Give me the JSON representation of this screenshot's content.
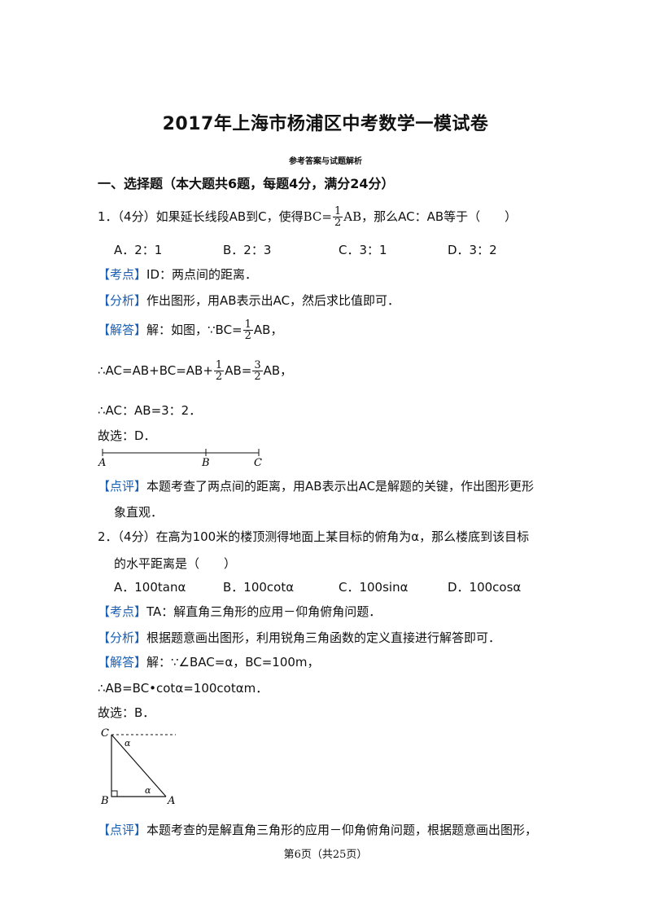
{
  "title": "2017年上海市杨浦区中考数学一模试卷",
  "subtitle": "参考答案与试题解析",
  "section_heading": "一、选择题（本大题共6题，每题4分，满分24分）",
  "q1": {
    "stem_a": "1．（4分）如果延长线段AB到C，使得",
    "stem_bc": "BC=",
    "frac_num": "1",
    "frac_den": "2",
    "stem_ab": "AB",
    "stem_b": "，那么AC：AB等于（　　）",
    "options": [
      "A．2：1",
      "B．2：3",
      "C．3：1",
      "D．3：2"
    ],
    "kaodian_tag": "【考点】",
    "kaodian": "ID：两点间的距离．",
    "fenxi_tag": "【分析】",
    "fenxi": "作出图形，用AB表示出AC，然后求比值即可．",
    "jieda_tag": "【解答】",
    "jieda_a": "解：如图，∵BC=",
    "jieda_b": "AB，",
    "step1_a": "∴AC=AB+BC=AB+",
    "step1_b": "AB=",
    "frac2_num": "3",
    "frac2_den": "2",
    "step1_c": "AB，",
    "step2": "∴AC：AB=3：2．",
    "answer": "故选：D．",
    "fig_labels": [
      "A",
      "B",
      "C"
    ],
    "dianping_tag": "【点评】",
    "dianping_1": "本题考查了两点间的距离，用AB表示出AC是解题的关键，作出图形更形",
    "dianping_2": "象直观．"
  },
  "q2": {
    "stem_1": "2．（4分）在高为100米的楼顶测得地面上某目标的俯角为α，那么楼底到该目标",
    "stem_2": "的水平距离是（　　）",
    "options": [
      "A．100tanα",
      "B．100cotα",
      "C．100sinα",
      "D．100cosα"
    ],
    "kaodian_tag": "【考点】",
    "kaodian": "TA：解直角三角形的应用－仰角俯角问题．",
    "fenxi_tag": "【分析】",
    "fenxi": "根据题意画出图形，利用锐角三角函数的定义直接进行解答即可．",
    "jieda_tag": "【解答】",
    "jieda": "解：∵∠BAC=α，BC=100m，",
    "step1": "∴AB=BC•cotα=100cotαm．",
    "answer": "故选：B．",
    "fig_labels": [
      "C",
      "α",
      "α",
      "B",
      "A"
    ],
    "dianping_tag": "【点评】",
    "dianping_1": "本题考查的是解直角三角形的应用－仰角俯角问题，根据题意画出图形，"
  },
  "footer": "第6页（共25页）"
}
